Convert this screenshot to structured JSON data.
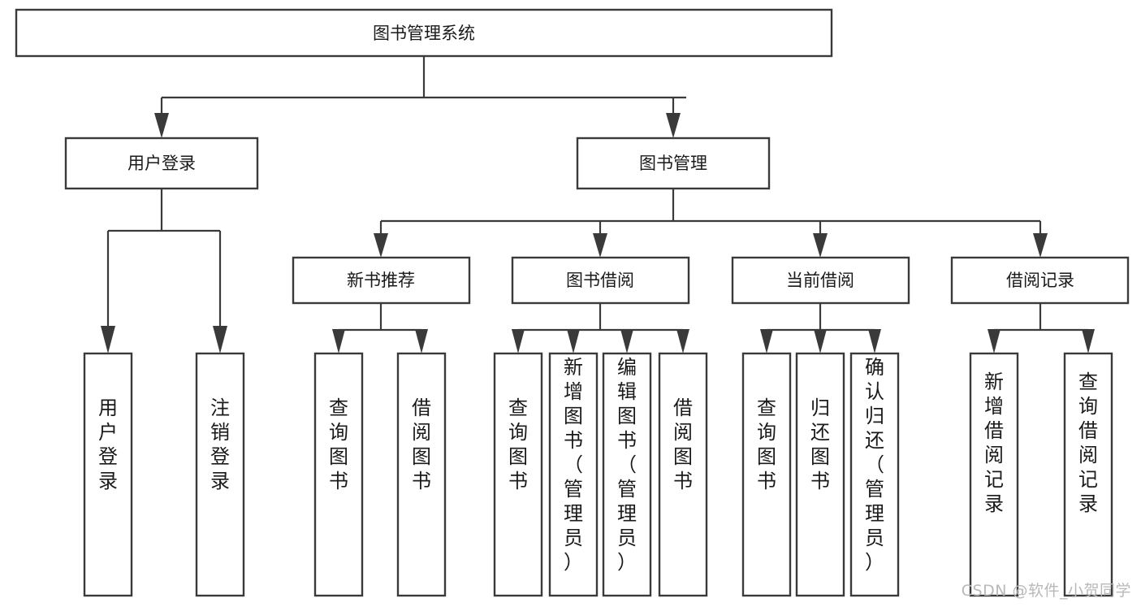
{
  "diagram": {
    "type": "tree",
    "title": "图书管理系统",
    "orientation": "top-down",
    "colors": {
      "box_stroke": "#3a3a3a",
      "box_fill": "#ffffff",
      "connector": "#3a3a3a",
      "text": "#1a1a1a",
      "background": "#ffffff",
      "watermark": "#b9b9b9"
    },
    "root": {
      "label": "图书管理系统",
      "orientation": "horizontal"
    },
    "level2": [
      {
        "label": "用户登录",
        "orientation": "horizontal"
      },
      {
        "label": "图书管理",
        "orientation": "horizontal"
      }
    ],
    "level3": [
      {
        "label": "新书推荐",
        "orientation": "horizontal"
      },
      {
        "label": "图书借阅",
        "orientation": "horizontal"
      },
      {
        "label": "当前借阅",
        "orientation": "horizontal"
      },
      {
        "label": "借阅记录",
        "orientation": "horizontal"
      }
    ],
    "leaves": {
      "user_login": [
        {
          "label": "用户登录",
          "orientation": "vertical"
        },
        {
          "label": "注销登录",
          "orientation": "vertical"
        }
      ],
      "new_book_recommend": [
        {
          "label": "查询图书",
          "orientation": "vertical"
        },
        {
          "label": "借阅图书",
          "orientation": "vertical"
        }
      ],
      "book_borrow": [
        {
          "label": "查询图书",
          "orientation": "vertical"
        },
        {
          "label": "新增图书（管理员）",
          "orientation": "vertical"
        },
        {
          "label": "编辑图书（管理员）",
          "orientation": "vertical"
        },
        {
          "label": "借阅图书",
          "orientation": "vertical"
        }
      ],
      "current_borrow": [
        {
          "label": "查询图书",
          "orientation": "vertical"
        },
        {
          "label": "归还图书",
          "orientation": "vertical"
        },
        {
          "label": "确认归还（管理员）",
          "orientation": "vertical"
        }
      ],
      "borrow_record": [
        {
          "label": "新增借阅记录",
          "orientation": "vertical"
        },
        {
          "label": "查询借阅记录",
          "orientation": "vertical"
        }
      ]
    }
  },
  "watermark": {
    "text": "CSDN @软件_小贺同学"
  }
}
